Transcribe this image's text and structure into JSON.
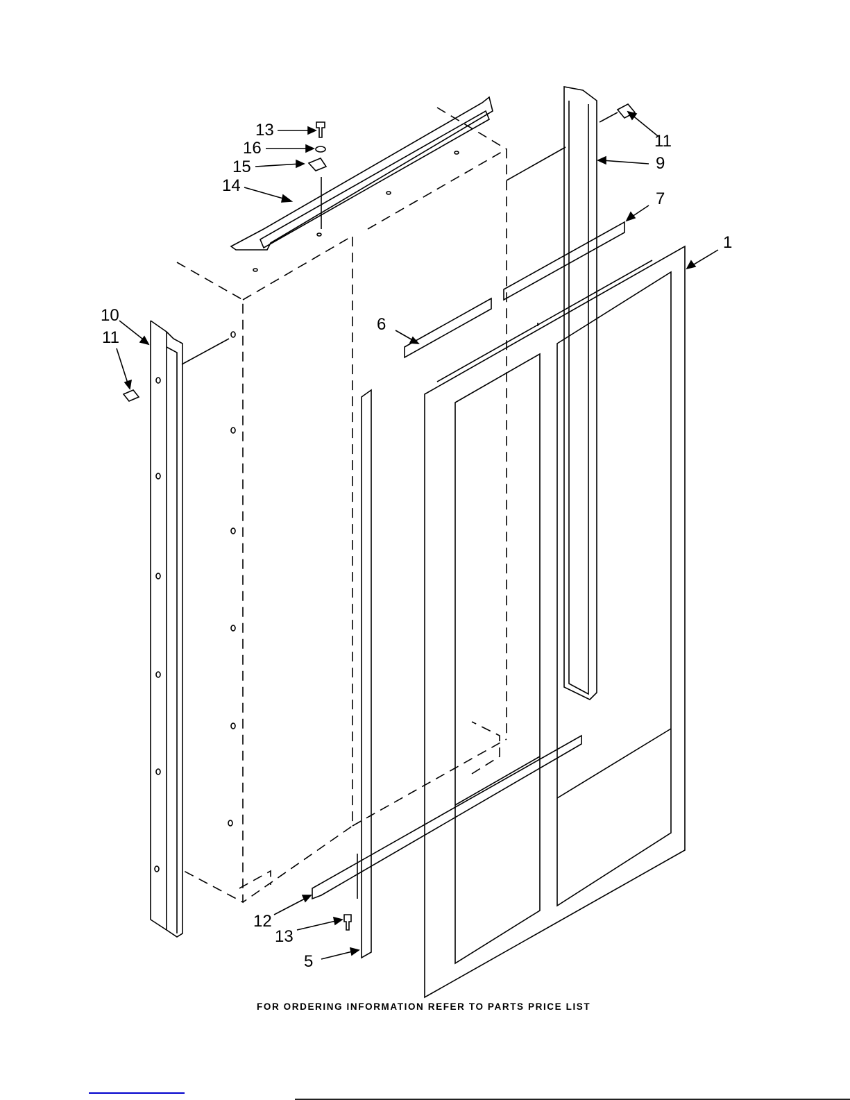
{
  "callouts": {
    "c13_top": "13",
    "c16": "16",
    "c15": "15",
    "c14": "14",
    "c11_right": "11",
    "c9": "9",
    "c7": "7",
    "c1": "1",
    "c10": "10",
    "c11_left": "11",
    "c6": "6",
    "c12": "12",
    "c13_bottom": "13",
    "c5": "5"
  },
  "footer": "FOR ORDERING INFORMATION REFER TO PARTS PRICE LIST"
}
